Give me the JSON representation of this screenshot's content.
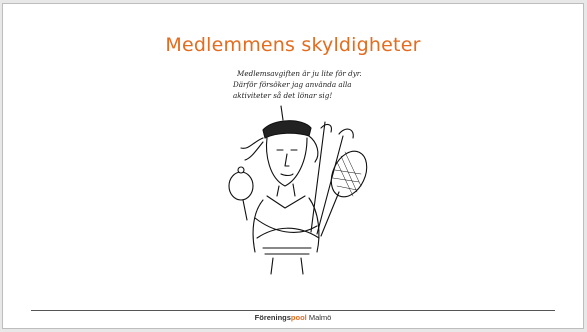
{
  "slide": {
    "title": "Medlemmens skyldigheter",
    "handwritten_text": [
      "Medlemsavgiften är ju lite för dyr.",
      "Därför försöker jag använda alla",
      "aktiviteter så det lönar sig!"
    ],
    "footer": {
      "org_part1": "Förenings",
      "org_part2": "pool",
      "org_part3": " Malmö"
    },
    "colors": {
      "accent": "#e46c1f"
    },
    "illustration_subject": "person-with-sports-equipment-drawing"
  }
}
